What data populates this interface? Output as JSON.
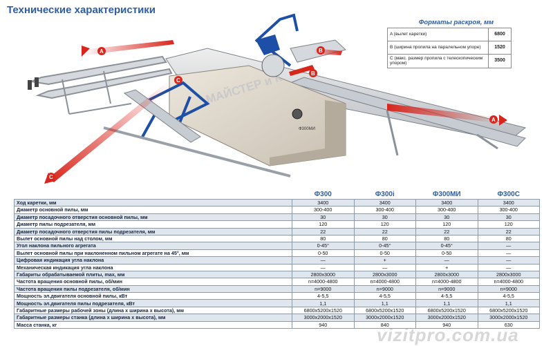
{
  "title": "Технические характеристики",
  "formats": {
    "title": "Форматы раскроя, мм",
    "rows": [
      {
        "label": "A (вылет каретки)",
        "value": "6800"
      },
      {
        "label": "B (ширина пропила на паралельном упоре)",
        "value": "1520"
      },
      {
        "label": "C (макс. размер пропила с телескопическим упором)",
        "value": "3500"
      }
    ]
  },
  "machine": {
    "brand_plate": "МАЙСТЕР и К",
    "model_plate": "Ф300МИ",
    "arrow_labels": [
      "A",
      "B",
      "C"
    ],
    "colors": {
      "arrow": "#d8261d",
      "frame": "#d9d1c4",
      "blue": "#1d4fa6",
      "rails": "#c7ccd3"
    }
  },
  "spec": {
    "models": [
      "Ф300",
      "Ф300i",
      "Ф300МИ",
      "Ф300С"
    ],
    "rows": [
      {
        "name": "Ход каретки, мм",
        "values": [
          "3400",
          "3400",
          "3400",
          "3400"
        ]
      },
      {
        "name": "Диаметр основной пилы, мм",
        "values": [
          "300-400",
          "300-400",
          "300-400",
          "300-400"
        ]
      },
      {
        "name": "Диаметр посадочного отверстия основной пилы, мм",
        "values": [
          "30",
          "30",
          "30",
          "30"
        ]
      },
      {
        "name": "Диаметр пилы подрезателя, мм",
        "values": [
          "120",
          "120",
          "120",
          "120"
        ]
      },
      {
        "name": "Диаметр посадочного отверстия пилы подрезателя, мм",
        "values": [
          "22",
          "22",
          "22",
          "22"
        ]
      },
      {
        "name": "Вылет основной пилы над столом, мм",
        "values": [
          "80",
          "80",
          "80",
          "80"
        ]
      },
      {
        "name": "Угол наклона пильного агрегата",
        "values": [
          "0-45°",
          "0-45°",
          "0-45°",
          "—"
        ]
      },
      {
        "name": "Вылет основной пилы при наклоненном пильном агрегате на 45°, мм",
        "values": [
          "0-50",
          "0-50",
          "0-50",
          "—"
        ]
      },
      {
        "name": "Цифровая индикация угла наклона",
        "values": [
          "—",
          "+",
          "—",
          "—"
        ]
      },
      {
        "name": "Механическая индикация угла наклона",
        "values": [
          "—",
          "—",
          "+",
          "—"
        ]
      },
      {
        "name": "Габариты обрабатываемой плиты, max, мм",
        "values": [
          "2800x3000",
          "2800x3000",
          "2800x3000",
          "2800x3000"
        ]
      },
      {
        "name": "Частота вращения основной пилы, об/мин",
        "values": [
          "n=4000-4800",
          "n=4000-4800",
          "n=4000-4800",
          "n=4000-4800"
        ]
      },
      {
        "name": "Частота вращения пилы подрезателя, об/мин",
        "values": [
          "n=9000",
          "n=9000",
          "n=9000",
          "n=9000"
        ]
      },
      {
        "name": "Мощность эл.двигателя основной пилы, кВт",
        "values": [
          "4-5,5",
          "4-5,5",
          "4-5,5",
          "4-5,5"
        ]
      },
      {
        "name": "Мощность эл.двигателя пилы подрезателя, кВт",
        "values": [
          "1,1",
          "1,1",
          "1,1",
          "1,1"
        ]
      },
      {
        "name": "Габаритные размеры рабочей зоны (длина х ширина х высота), мм",
        "values": [
          "6800x5200x1520",
          "6800x5200x1520",
          "6800x5200x1520",
          "6800x5200x1520"
        ]
      },
      {
        "name": "Габаритные размеры станка (длина х ширина х высота), мм",
        "values": [
          "3000x2000x1520",
          "3000x2000x1520",
          "3000x2000x1520",
          "3000x2000x1520"
        ]
      },
      {
        "name": "Масса станка, кг",
        "values": [
          "940",
          "840",
          "940",
          "630"
        ]
      }
    ]
  },
  "watermark": "vizitpro.com.ua"
}
